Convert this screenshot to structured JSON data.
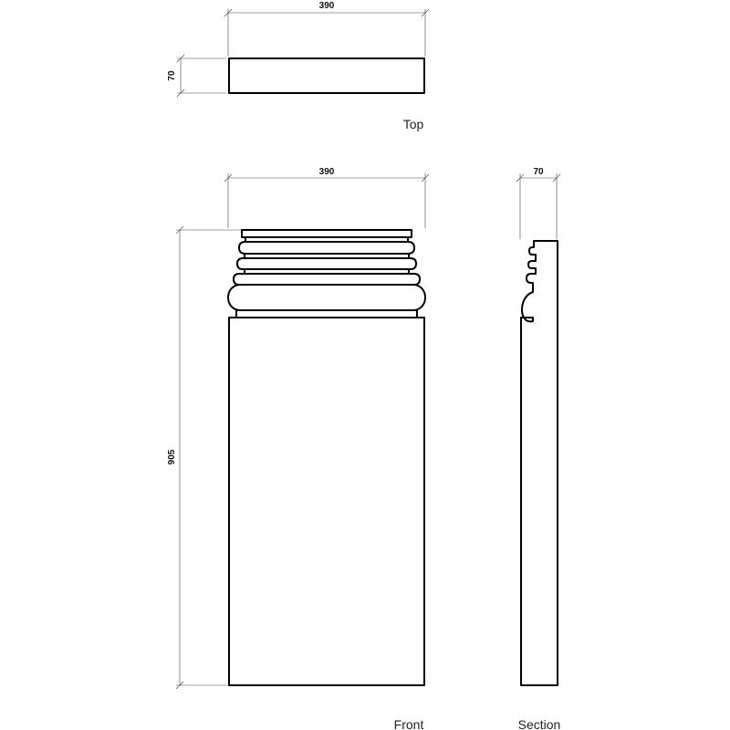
{
  "top_view": {
    "label": "Top",
    "dim_width": "390",
    "dim_depth": "70"
  },
  "front_view": {
    "label": "Front",
    "dim_width": "390",
    "dim_height": "905"
  },
  "section_view": {
    "label": "Section",
    "dim_depth": "70"
  },
  "colors": {
    "line": "#000000",
    "dimension": "#444444",
    "background": "#ffffff"
  }
}
